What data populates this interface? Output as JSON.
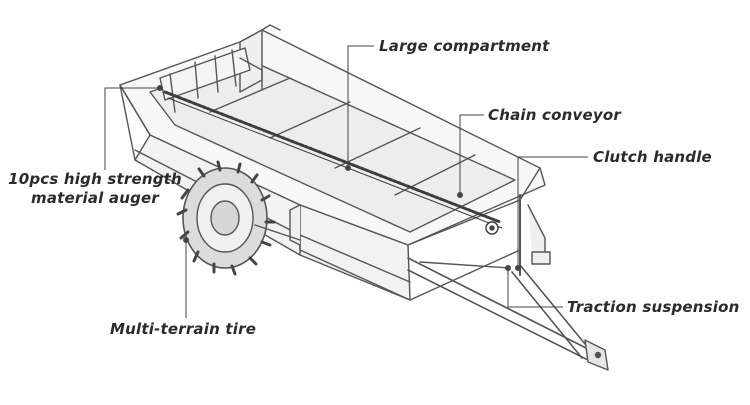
{
  "labels": {
    "large_compartment": "Large compartment",
    "chain_conveyor": "Chain conveyor",
    "clutch_handle": "Clutch handle",
    "auger_line1": "10pcs high strength",
    "auger_line2": "material auger",
    "multi_terrain_tire": "Multi-terrain tire",
    "traction_suspension": "Traction suspension"
  },
  "colors": {
    "ink": "#2b2b2b",
    "line_art": "#555555",
    "leader": "#444444",
    "tire": "#6a6a6a"
  }
}
